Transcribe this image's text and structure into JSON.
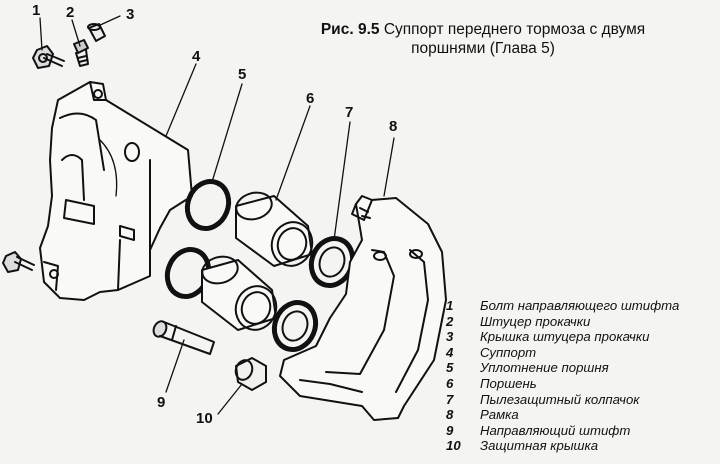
{
  "caption": {
    "figure_no": "Рис. 9.5",
    "title_line1": "Суппорт переднего тормоза с двумя",
    "title_line2": "поршнями (Глава 5)"
  },
  "callouts": [
    "1",
    "2",
    "3",
    "4",
    "5",
    "6",
    "7",
    "8",
    "9",
    "10"
  ],
  "legend": [
    {
      "num": "1",
      "text": "Болт направляющего штифта"
    },
    {
      "num": "2",
      "text": "Штуцер прокачки"
    },
    {
      "num": "3",
      "text": "Крышка штуцера прокачки"
    },
    {
      "num": "4",
      "text": "Суппорт"
    },
    {
      "num": "5",
      "text": "Уплотнение поршня"
    },
    {
      "num": "6",
      "text": "Поршень"
    },
    {
      "num": "7",
      "text": "Пылезащитный колпачок"
    },
    {
      "num": "8",
      "text": "Рамка"
    },
    {
      "num": "9",
      "text": "Направляющий штифт"
    },
    {
      "num": "10",
      "text": "Защитная крышка"
    }
  ],
  "colors": {
    "ink": "#111111",
    "paper": "#f4f4f2"
  }
}
